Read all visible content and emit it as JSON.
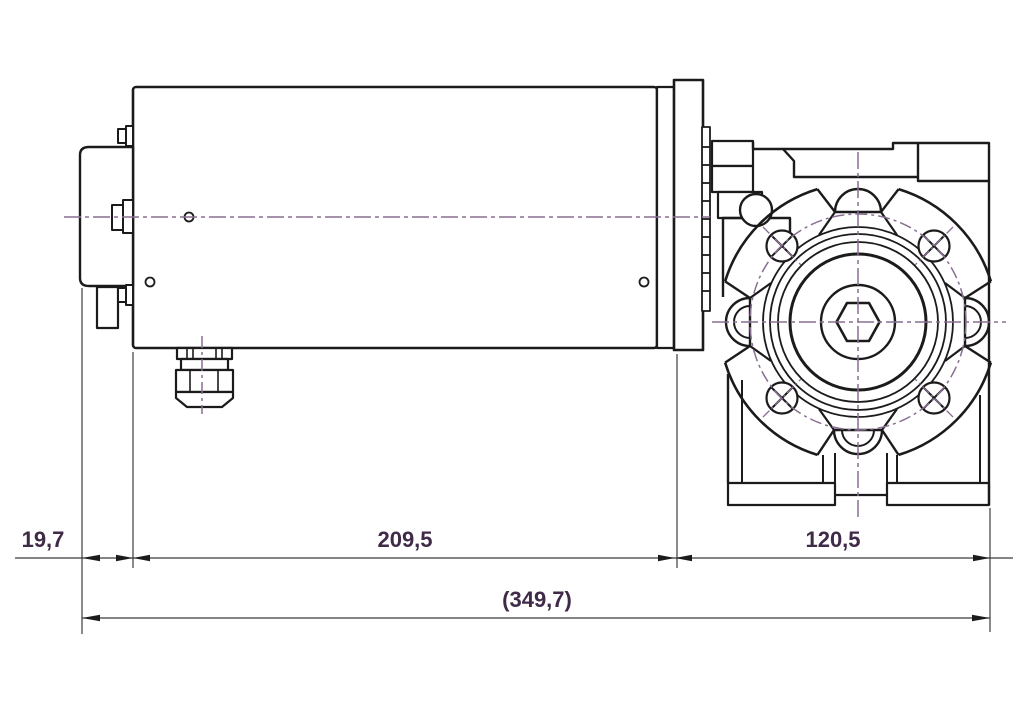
{
  "drawing": {
    "kind": "technical-drawing-side-view",
    "background": "#ffffff"
  },
  "colors": {
    "outline": "#1b1b1b",
    "thin_line": "#3c3c3c",
    "centerline": "#8a6f94",
    "dimension_text": "#3f2a47"
  },
  "dimensions": {
    "segment_left": {
      "label": "19,7"
    },
    "segment_motor": {
      "label": "209,5"
    },
    "segment_gearbox": {
      "label": "120,5"
    },
    "total": {
      "label": "(349,7)"
    }
  }
}
